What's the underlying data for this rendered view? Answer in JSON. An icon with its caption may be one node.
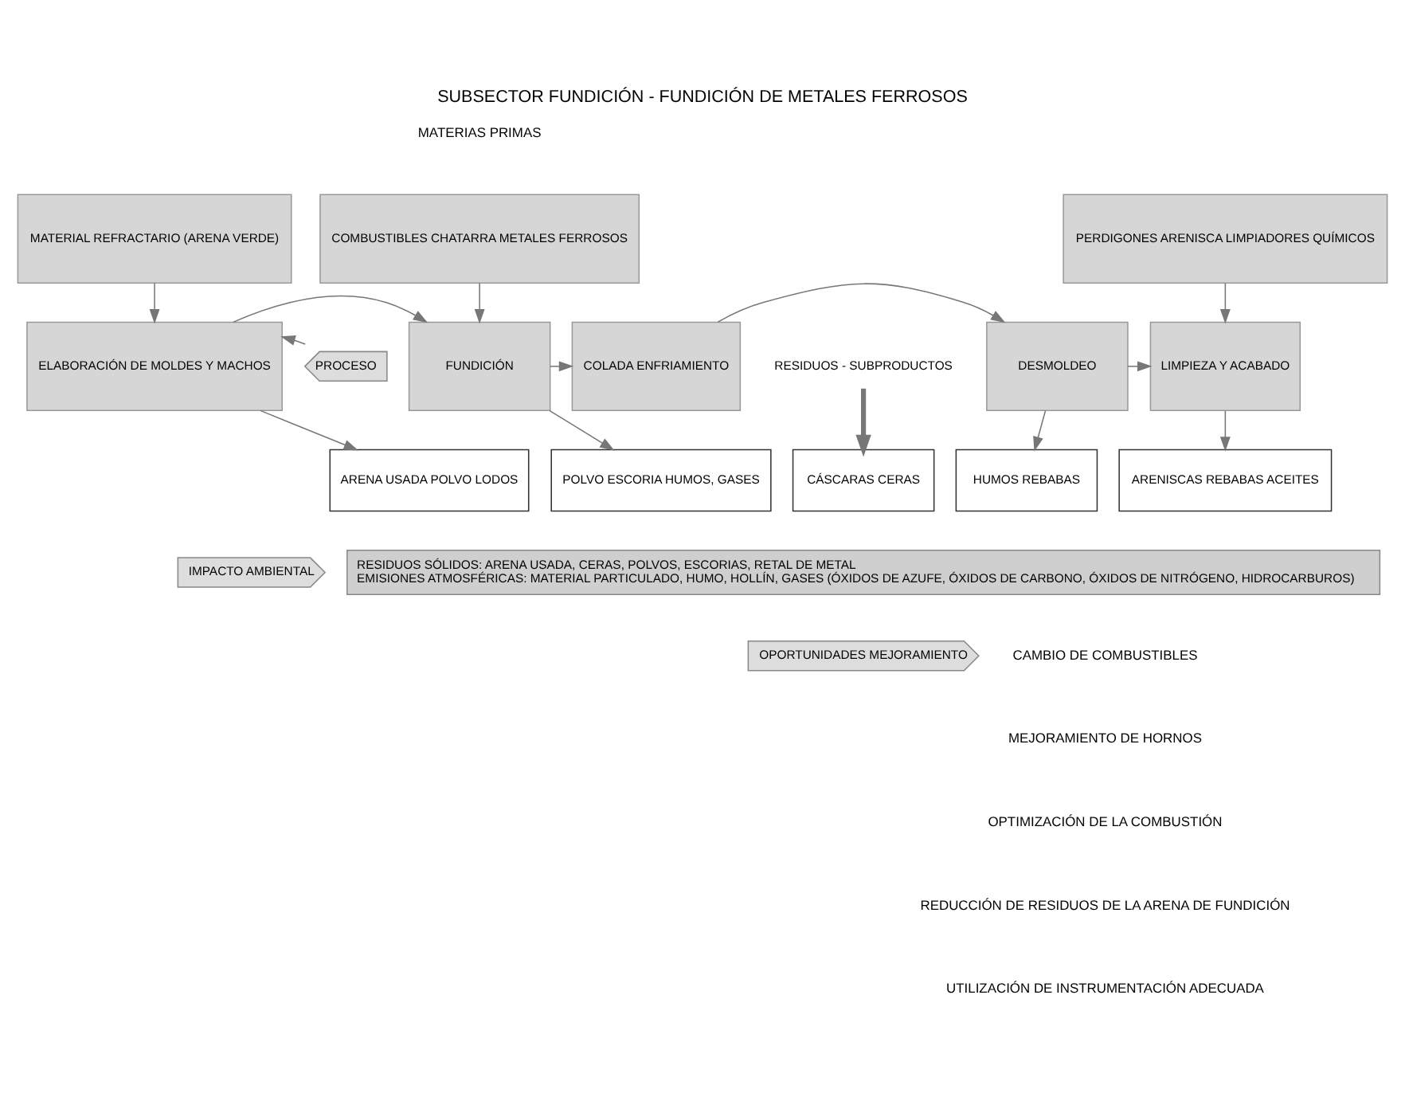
{
  "diagram": {
    "title": "SUBSECTOR FUNDICIÓN - FUNDICIÓN DE METALES FERROSOS",
    "nodes": [
      {
        "text": [
          "MATERIAL REFRACTARIO (ARENA VERDE)"
        ]
      },
      {
        "text": [
          "COMBUSTIBLES CHATARRA METALES FERROSOS"
        ]
      },
      {
        "text": [
          "PERDIGONES ARENISCA LIMPIADORES QUÍMICOS"
        ]
      },
      {
        "text": [
          "PROCESO"
        ]
      },
      {
        "text": [
          "ELABORACIÓN DE MOLDES Y MACHOS"
        ]
      },
      {
        "text": [
          "FUNDICIÓN"
        ]
      },
      {
        "text": [
          "COLADA ENFRIAMIENTO"
        ]
      },
      {
        "text": [
          "DESMOLDEO"
        ]
      },
      {
        "text": [
          "LIMPIEZA Y ACABADO"
        ]
      },
      {
        "text": [
          "ARENA USADA POLVO LODOS"
        ]
      },
      {
        "text": [
          "POLVO ESCORIA HUMOS, GASES"
        ]
      },
      {
        "text": [
          "CÁSCARAS CERAS"
        ]
      },
      {
        "text": [
          "HUMOS REBABAS"
        ]
      },
      {
        "text": [
          "ARENISCAS REBABAS ACEITES"
        ]
      },
      {
        "text": [
          "RESIDUOS - SUBPRODUCTOS"
        ]
      },
      {
        "text": [
          "IMPACTO AMBIENTAL"
        ]
      },
      {
        "text": [
          "RESIDUOS SÓLIDOS: ARENA USADA, CERAS, POLVOS, ESCORIAS, RETAL DE METAL",
          "EMISIONES ATMOSFÉRICAS: MATERIAL PARTICULADO, HUMO, HOLLÍN, GASES (ÓXIDOS DE AZUFE, ÓXIDOS DE CARBONO, ÓXIDOS DE NITRÓGENO, HIDROCARBUROS)"
        ]
      },
      {
        "text": [
          "OPORTUNIDADES MEJORAMIENTO"
        ]
      }
    ],
    "edges": [
      {
        "from": 0,
        "to": 4,
        "arrow": "to"
      },
      {
        "from": 1,
        "to": 5,
        "arrow": "to"
      },
      {
        "from": 2,
        "to": 8,
        "arrow": "to"
      },
      {
        "from": 3,
        "to": 4,
        "arrow": "to"
      },
      {
        "from": 4,
        "to": 5,
        "arrow": "to"
      },
      {
        "from": 5,
        "to": 6,
        "arrow": "to"
      },
      {
        "from": 6,
        "to": 7,
        "arrow": "to"
      },
      {
        "from": 7,
        "to": 8,
        "arrow": "to"
      },
      {
        "from": 4,
        "to": 9,
        "arrow": "to"
      },
      {
        "from": 5,
        "to": 10,
        "arrow": "to"
      },
      {
        "from": 14,
        "to": 11,
        "arrow": "to",
        "style": "thick"
      },
      {
        "from": 7,
        "to": 12,
        "arrow": "to"
      },
      {
        "from": 8,
        "to": 13,
        "arrow": "to"
      }
    ],
    "labels": [
      "MATERIAS PRIMAS",
      "CAMBIO DE COMBUSTIBLES",
      "MEJORAMIENTO DE HORNOS",
      "OPTIMIZACIÓN DE LA COMBUSTIÓN",
      "REDUCCIÓN DE RESIDUOS DE LA ARENA DE FUNDICIÓN",
      "UTILIZACIÓN DE INSTRUMENTACIÓN ADECUADA"
    ]
  }
}
